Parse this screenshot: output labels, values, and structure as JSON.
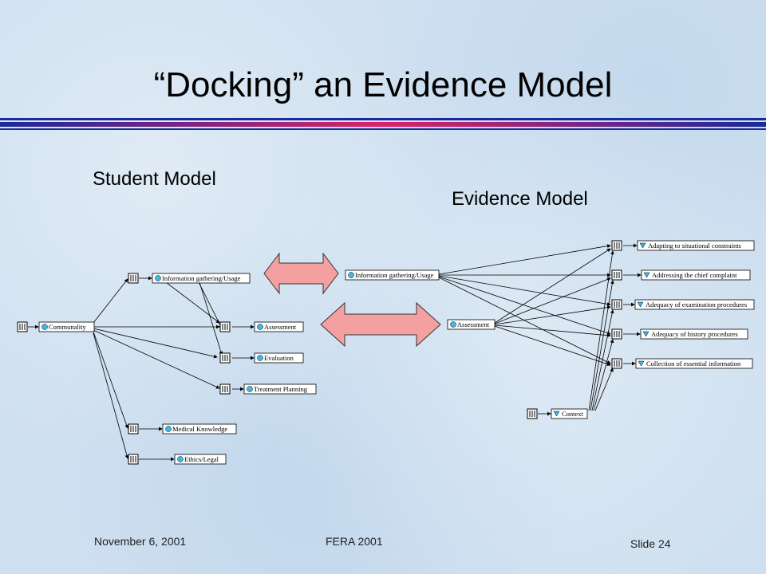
{
  "title": "“Docking” an Evidence Model",
  "labels": {
    "student_model": "Student Model",
    "evidence_model": "Evidence Model"
  },
  "student_nodes": {
    "root": "Communality",
    "info": "Information gathering/Usage",
    "assessment": "Assessment",
    "evaluation": "Evaluation",
    "treatment": "Treatment Planning",
    "medical": "Medical Knowledge",
    "ethics": "Ethics/Legal"
  },
  "evidence_nodes": {
    "info": "Information gathering/Usage",
    "assessment": "Assessment",
    "context": "Context",
    "obs1": "Adapting to situational constraints",
    "obs2": "Addressing the chief complaint",
    "obs3": "Adequacy of examination procedures",
    "obs4": "Adequacy of history procedures",
    "obs5": "Collection of essential information"
  },
  "footer": {
    "date": "November 6, 2001",
    "event": "FERA 2001",
    "slide": "Slide 24"
  },
  "colors": {
    "arrow_fill": "#f5a0a0",
    "node_bullet": "#3fb8e8"
  }
}
